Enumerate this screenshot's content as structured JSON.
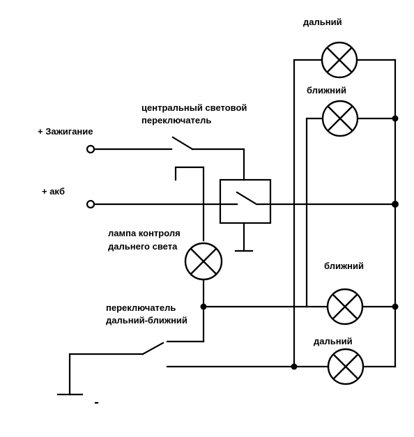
{
  "labels": {
    "ignition": "+ Зажигание",
    "battery": "+ акб",
    "central_switch_line1": "центральный световой",
    "central_switch_line2": "переключатель",
    "indicator_line1": "лампа контроля",
    "indicator_line2": "дальнего света",
    "beam_switch_line1": "переключатель",
    "beam_switch_line2": "дальний-ближний",
    "lamp_high_top": "дальний",
    "lamp_low_top": "ближний",
    "lamp_low_bottom": "ближний",
    "lamp_high_bottom": "дальний"
  }
}
